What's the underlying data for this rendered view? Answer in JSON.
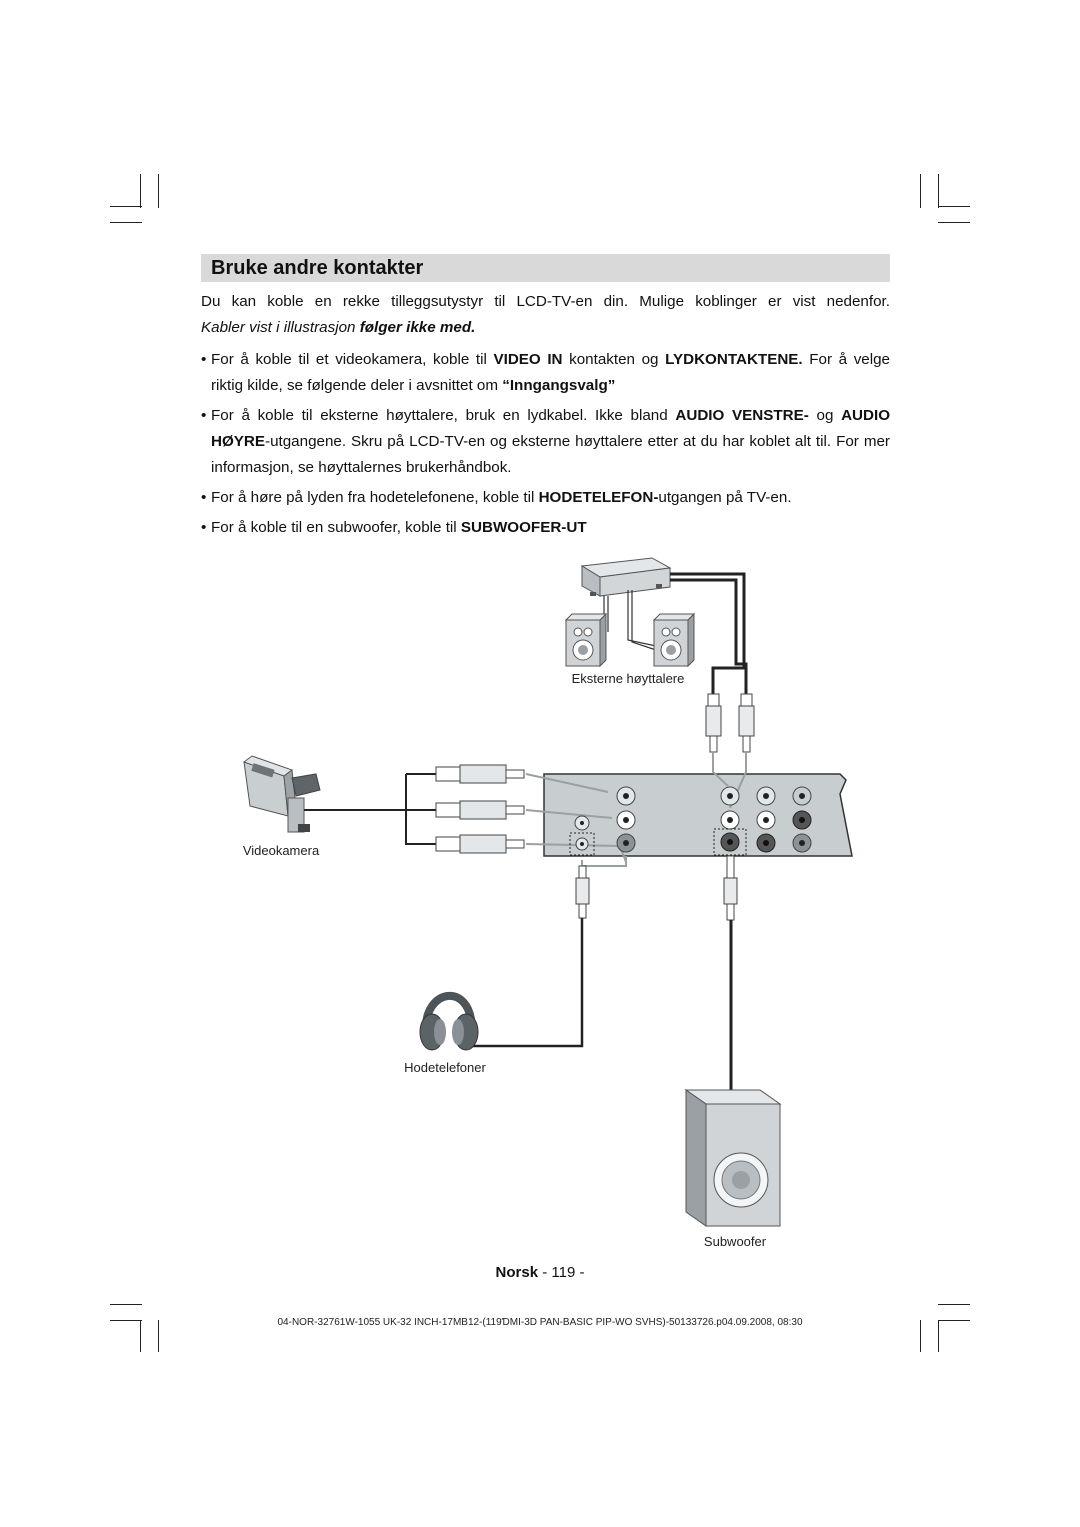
{
  "section": {
    "title": "Bruke andre kontakter"
  },
  "intro": {
    "line1": "Du kan koble en rekke tilleggsutystyr til LCD-TV-en din. Mulige koblinger er vist nedenfor.",
    "line2_plain": "Kabler vist i illustrasjon ",
    "line2_bold": "følger ikke med."
  },
  "bullets": [
    {
      "t1": "For å koble til et videokamera, koble til ",
      "b1": "VIDEO IN",
      "t2": " kontakten og ",
      "b2": "LYDKONTAKTENE.",
      "t3": " For å velge riktig kilde, se følgende deler i avsnittet om ",
      "q": "“Inngangsvalg”"
    },
    {
      "t1": "For å koble til eksterne høyttalere, bruk en lydkabel. Ikke bland ",
      "b1": "AUDIO VENSTRE-",
      "t2": " og ",
      "b2": "AUDIO HØYRE",
      "t3": "-utgangene. Skru på LCD-TV-en og eksterne høyttalere etter at du har koblet alt til. For mer informasjon, se høyttalernes brukerhåndbok."
    },
    {
      "t1": "For å høre på lyden fra hodetelefonene, koble til ",
      "b1": "HODETELEFON-",
      "t2": "utgangen på TV-en."
    },
    {
      "t1": "For å koble til en subwoofer, koble til ",
      "b1": "SUBWOOFER-UT"
    }
  ],
  "diagram_labels": {
    "speakers": "Eksterne høyttalere",
    "camcorder": "Videokamera",
    "headphones": "Hodetelefoner",
    "subwoofer": "Subwoofer"
  },
  "footer": {
    "language": "Norsk",
    "page": "- 119 -",
    "meta": "04-NOR-32761W-1055 UK-32 INCH-17MB12-(119ƊMI-3D PAN-BASIC PIP-WO SVHS)-50133726.p04.09.2008, 08:30"
  },
  "colors": {
    "heading_bg": "#d9d9d9",
    "device_gray": "#c8cdd0",
    "cable_gray": "#9aa0a4"
  }
}
